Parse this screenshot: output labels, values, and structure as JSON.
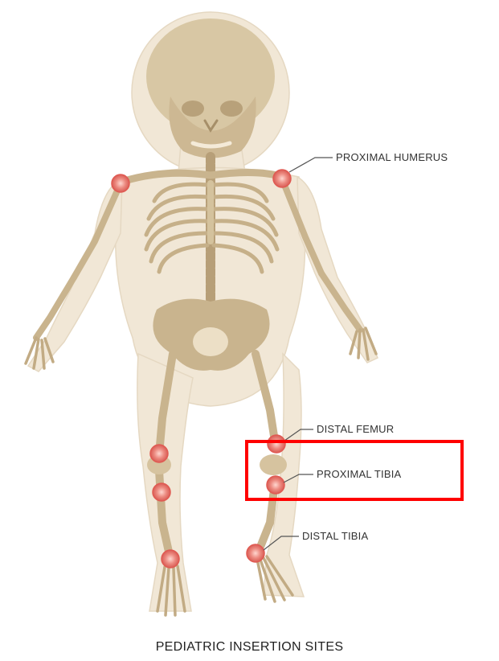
{
  "labels": {
    "proximal_humerus": "PROXIMAL HUMERUS",
    "distal_femur": "DISTAL FEMUR",
    "proximal_tibia": "PROXIMAL TIBIA",
    "distal_tibia": "DISTAL TIBIA"
  },
  "caption": "PEDIATRIC INSERTION SITES",
  "highlighted_site": "PROXIMAL TIBIA",
  "colors": {
    "skin": "#efe3cf",
    "bone": "#c9b48e",
    "skull": "#d8c7a4",
    "marker": "#e8716a",
    "highlight": "#ff0000"
  }
}
